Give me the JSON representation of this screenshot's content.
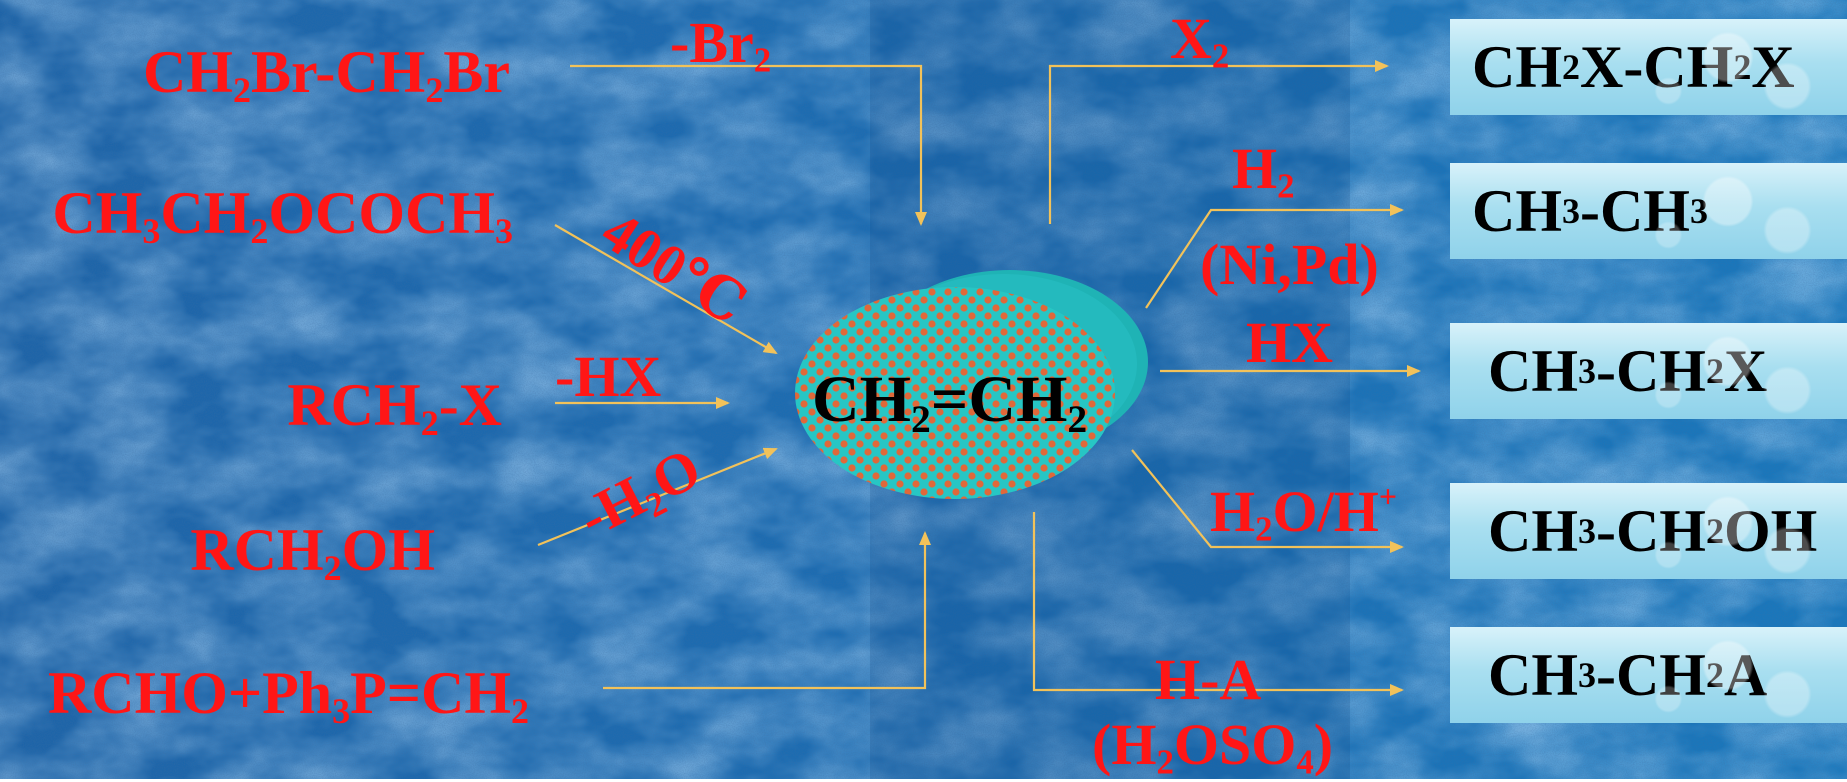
{
  "center": {
    "parts": [
      "CH",
      "2",
      "=CH",
      "2"
    ]
  },
  "reactants": [
    {
      "id": "dibromoethane",
      "parts": [
        "CH",
        "2",
        "Br-CH",
        "2",
        "Br"
      ]
    },
    {
      "id": "ethyl-acetate",
      "parts": [
        "CH",
        "3",
        "CH",
        "2",
        "OCOCH",
        "3"
      ]
    },
    {
      "id": "alkyl-halide",
      "parts": [
        "RCH",
        "2",
        "-X"
      ]
    },
    {
      "id": "alcohol",
      "parts": [
        "RCH",
        "2",
        "OH"
      ]
    },
    {
      "id": "wittig",
      "parts": [
        "RCHO+Ph",
        "3",
        "P=CH",
        "2"
      ]
    }
  ],
  "reactant_conditions": [
    {
      "id": "debromination",
      "parts": [
        "-Br",
        "2"
      ]
    },
    {
      "id": "pyrolysis",
      "text": "400℃"
    },
    {
      "id": "dehydrohalogenation",
      "text": "-HX"
    },
    {
      "id": "dehydration",
      "parts": [
        "-H",
        "2",
        "O"
      ]
    }
  ],
  "products": [
    {
      "id": "dihalide",
      "parts": [
        "CH",
        "2",
        "X-CH",
        "2",
        "X"
      ]
    },
    {
      "id": "ethane",
      "parts": [
        "CH",
        "3",
        "-CH",
        "3"
      ]
    },
    {
      "id": "haloethane",
      "parts": [
        "CH",
        "3",
        "-CH",
        "2",
        "X"
      ]
    },
    {
      "id": "ethanol",
      "parts": [
        "CH",
        "3",
        "-CH",
        "2",
        "OH"
      ]
    },
    {
      "id": "addition",
      "parts": [
        "CH",
        "3",
        "-CH",
        "2",
        "A"
      ]
    }
  ],
  "product_conditions": [
    {
      "id": "halogen",
      "parts": [
        "X",
        "2"
      ]
    },
    {
      "id": "hydrogen",
      "parts": [
        "H",
        "2"
      ]
    },
    {
      "id": "catalyst",
      "text": "(Ni,Pd)"
    },
    {
      "id": "hydrogen-halide",
      "text": "HX"
    },
    {
      "id": "hydration",
      "parts": [
        "H",
        "2",
        "O/H",
        "+"
      ]
    },
    {
      "id": "acid-addition",
      "text": "H-A"
    },
    {
      "id": "sulfuric-acid",
      "parts": [
        "(H",
        "2",
        "OSO",
        "4",
        ")"
      ]
    }
  ],
  "colors": {
    "background": "#1a6bb0",
    "reactant_text": "#ff1616",
    "product_text": "#000000",
    "arrow": "#f2c25a",
    "ellipse_fill": "#27c6c4",
    "ellipse_dots": "#e0683a"
  }
}
